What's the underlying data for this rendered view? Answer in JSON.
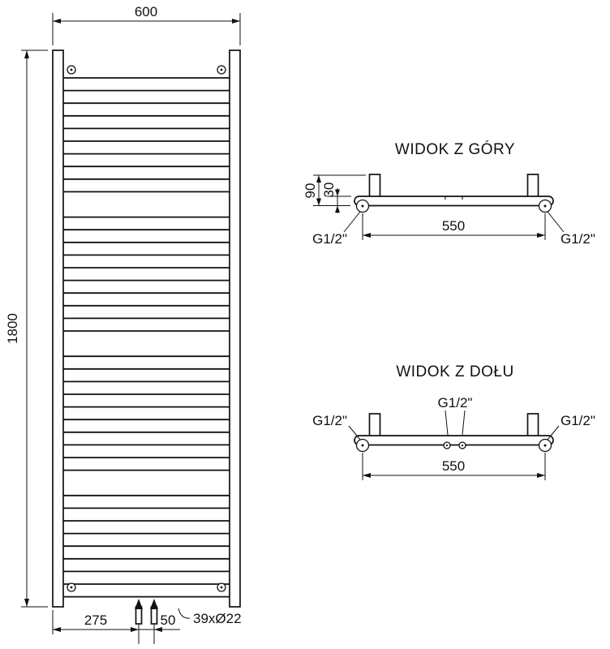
{
  "front_view": {
    "dim_width": "600",
    "dim_height": "1800",
    "dim_bottom_offset": "275",
    "dim_bottom_spacing": "50",
    "rungs_label": "39xØ22"
  },
  "top_view": {
    "title": "WIDOK Z GÓRY",
    "dim_depth": "90",
    "dim_tube": "30",
    "dim_span": "550",
    "conn_left": "G1/2\"",
    "conn_right": "G1/2\""
  },
  "bottom_view": {
    "title": "WIDOK Z DOŁU",
    "conn_center": "G1/2\"",
    "conn_left": "G1/2\"",
    "conn_right": "G1/2\"",
    "dim_span": "550"
  },
  "colors": {
    "line": "#111111",
    "background": "#ffffff"
  }
}
